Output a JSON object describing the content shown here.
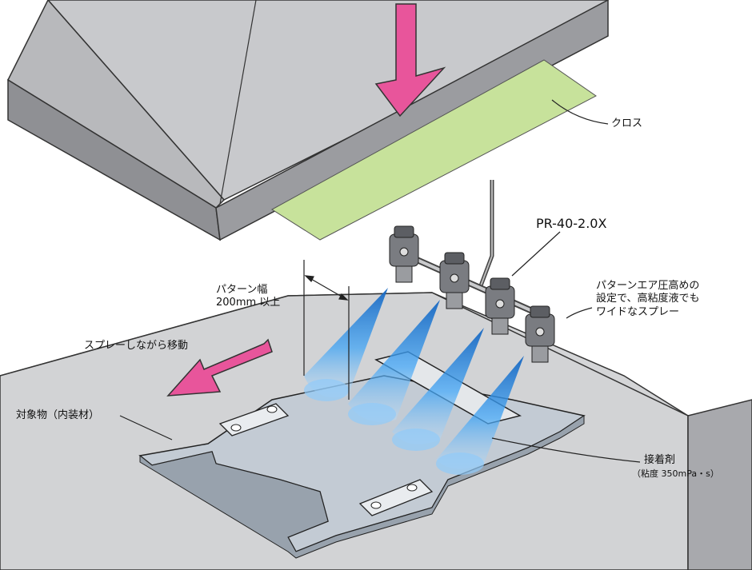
{
  "labels": {
    "cloth": "クロス",
    "model": "PR-40-2.0X",
    "pattern_width_line1": "パターン幅",
    "pattern_width_line2": "200mm 以上",
    "pattern_air_line1": "パターンエア圧高めの",
    "pattern_air_line2": "設定で、高粘度液でも",
    "pattern_air_line3": "ワイドなスプレー",
    "spray_move": "スプレーしながら移動",
    "target": "対象物（内装材）",
    "adhesive": "接着剤",
    "viscosity": "（粘度 350mPa・s）"
  },
  "colors": {
    "block_top": "#cfd0d2",
    "block_side": "#a8a9ad",
    "press_side": "#8c8d91",
    "press_top": "#aeafb3",
    "cloth": "#c7e29b",
    "arrow": "#e8559b",
    "spray": "#1e88e5",
    "part": "#bfc8d1",
    "nozzle": "#6e7075"
  }
}
